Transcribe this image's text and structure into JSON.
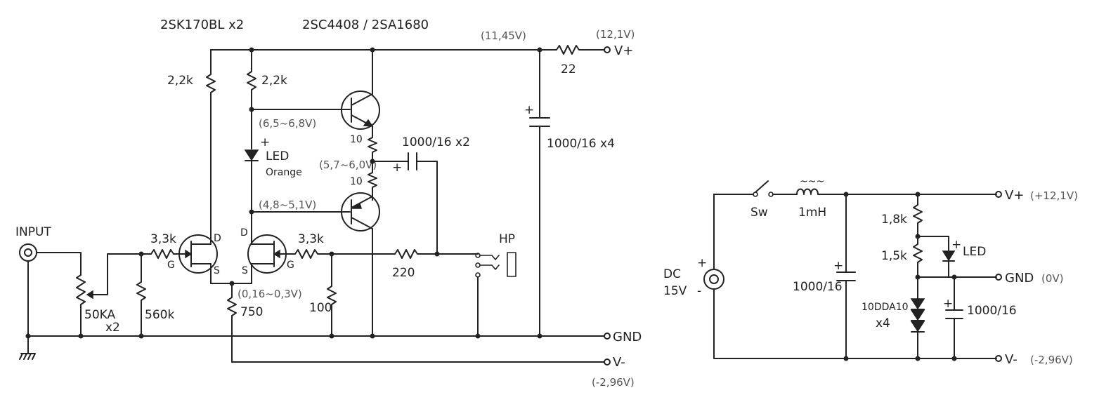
{
  "amp": {
    "jfet_part": "2SK170BL x2",
    "bjt_part": "2SC4408 / 2SA1680",
    "top_rail_voltage": "(11,45V)",
    "vplus_voltage": "(12,1V)",
    "vplus_label": "V+",
    "r_top": "22",
    "cap_rail": "1000/16 x4",
    "cap_out": "1000/16 x2",
    "r_drain_left": "2,2k",
    "r_drain_right": "2,2k",
    "v_upper_base": "(6,5~6,8V)",
    "led_label": "LED",
    "led_color": "Orange",
    "v_mid": "(5,7~6,0V)",
    "r_emit_top": "10",
    "r_emit_bot": "10",
    "v_lower_base": "(4,8~5,1V)",
    "hp_label": "HP",
    "input_label": "INPUT",
    "r_gate_left": "3,3k",
    "r_gate_right": "3,3k",
    "pin_d": "D",
    "pin_g": "G",
    "pin_s": "S",
    "pot_label": "50KA",
    "pot_count": "x2",
    "r_560k": "560k",
    "v_source": "(0,16~0,3V)",
    "r_750": "750",
    "r_100": "100",
    "r_220": "220",
    "gnd_label": "GND",
    "vminus_label": "V-",
    "vminus_voltage": "(-2,96V)",
    "plus": "+"
  },
  "psu": {
    "sw_label": "Sw",
    "inductor_label": "1mH",
    "inductor_mark": "~~~",
    "dc_label": "DC",
    "dc_voltage": "15V",
    "plus": "+",
    "minus": "-",
    "cap_main": "1000/16",
    "r_18k": "1,8k",
    "r_15k": "1,5k",
    "led_label": "LED",
    "diode_part": "10DDA10",
    "diode_count": "x4",
    "cap_side": "1000/16",
    "vplus_label": "V+",
    "vplus_voltage": "(+12,1V)",
    "gnd_label": "GND",
    "gnd_voltage": "(0V)",
    "vminus_label": "V-",
    "vminus_voltage": "(-2,96V)"
  }
}
